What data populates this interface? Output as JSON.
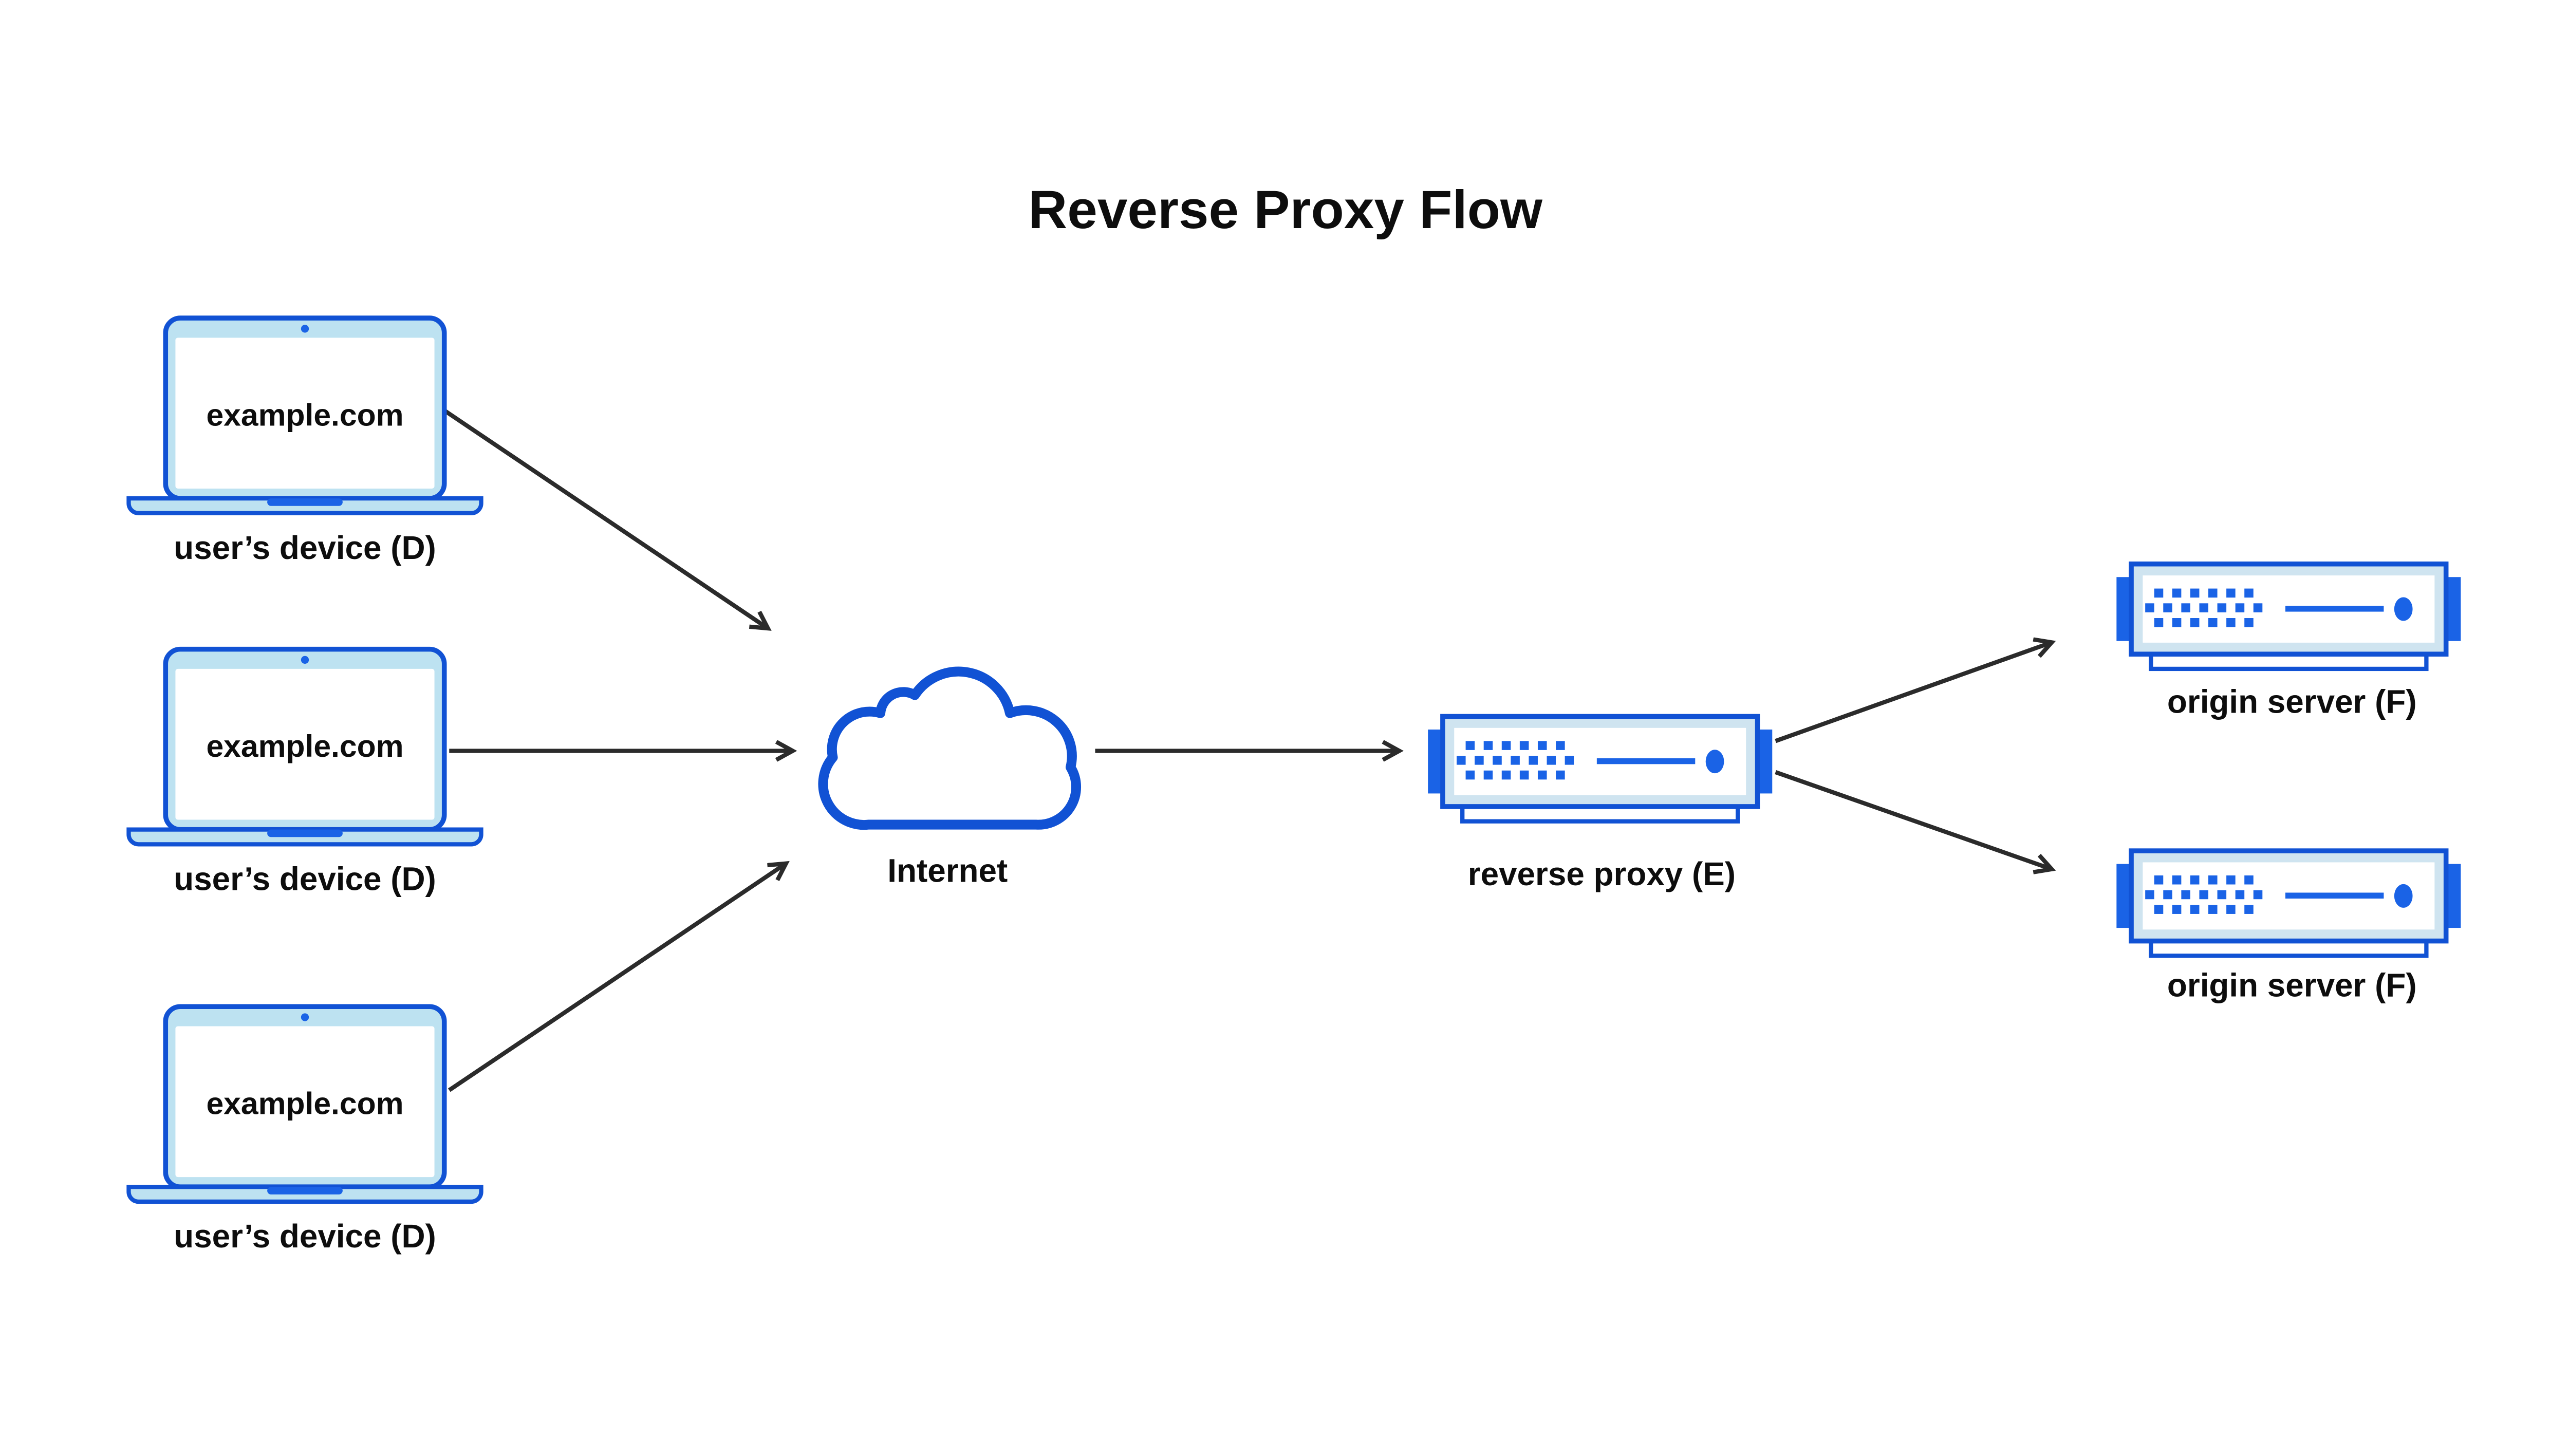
{
  "title": "Reverse Proxy Flow",
  "devices": [
    {
      "screen_text": "example.com",
      "label": "user’s device (D)"
    },
    {
      "screen_text": "example.com",
      "label": "user’s device (D)"
    },
    {
      "screen_text": "example.com",
      "label": "user’s device (D)"
    }
  ],
  "internet": {
    "label": "Internet"
  },
  "reverse_proxy": {
    "label": "reverse proxy (E)"
  },
  "origin_servers": [
    {
      "label": "origin server (F)"
    },
    {
      "label": "origin server (F)"
    }
  ],
  "icons": {
    "device": "laptop-icon",
    "internet": "cloud-icon",
    "proxy": "rack-server-icon",
    "origin": "rack-server-icon"
  },
  "colors": {
    "accent_blue": "#1152d4",
    "bright_blue": "#1a63e6",
    "laptop_bezel": "#bde2f1",
    "server_bezel": "#cfe4f0",
    "arrow_color": "#2b2b2b",
    "text_color": "#0d0d0d",
    "background": "#ffffff"
  }
}
